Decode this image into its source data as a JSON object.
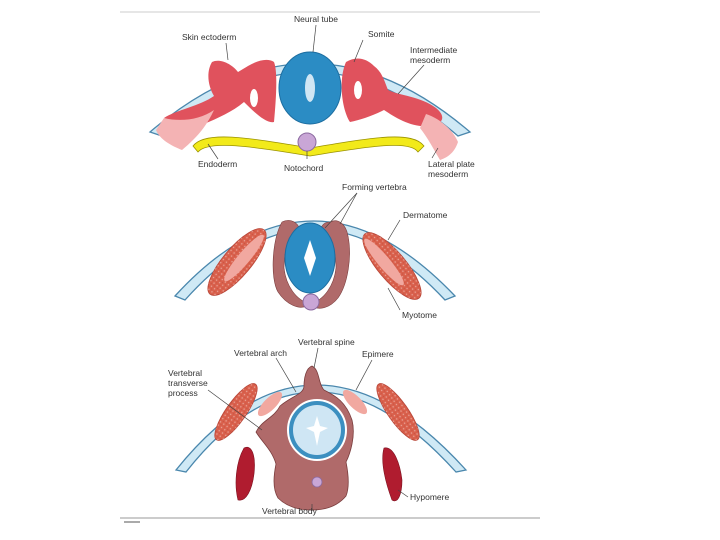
{
  "colors": {
    "skin": "#cfe9f5",
    "skin_outline": "#4a87ad",
    "neural_tube": "#2b8cc4",
    "neural_tube_light": "#cfe6f4",
    "somite": "#e0525d",
    "somite_light": "#f4b3b4",
    "endoderm": "#f2ea1a",
    "notochord": "#c9a6d6",
    "vertebra": "#b06a6a",
    "dermatome": "#d9604c",
    "hypomere": "#b01c2f"
  },
  "panels": {
    "top": {
      "neural_tube": "Neural tube",
      "somite": "Somite",
      "skin_ectoderm": "Skin ectoderm",
      "intermediate_mesoderm": [
        "Intermediate",
        "mesoderm"
      ],
      "endoderm": "Endoderm",
      "notochord": "Notochord",
      "lateral_plate_mesoderm": [
        "Lateral plate",
        "mesoderm"
      ]
    },
    "middle": {
      "forming_vertebra": "Forming vertebra",
      "dermatome": "Dermatome",
      "myotome": "Myotome"
    },
    "bottom": {
      "vertebral_spine": "Vertebral spine",
      "vertebral_arch": "Vertebral arch",
      "epimere": "Epimere",
      "vertebral_transverse_process": [
        "Vertebral",
        "transverse",
        "process"
      ],
      "hypomere": "Hypomere",
      "vertebral_body": "Vertebral body"
    }
  }
}
